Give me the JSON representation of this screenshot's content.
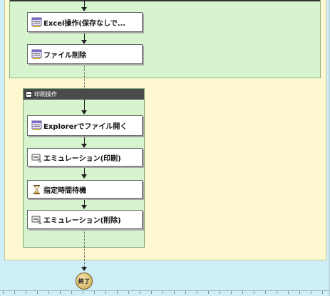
{
  "flow": {
    "nodes": [
      {
        "label": "Excel操作(保存なしで...",
        "icon": "excel-action-icon"
      },
      {
        "label": "ファイル削除",
        "icon": "file-delete-icon"
      }
    ],
    "group": {
      "title": "印刷操作",
      "nodes": [
        {
          "label": "Explorerでファイル開く",
          "icon": "explorer-open-icon"
        },
        {
          "label": "エミュレーション(印刷)",
          "icon": "emulation-print-icon"
        },
        {
          "label": "指定時間待機",
          "icon": "hourglass-icon"
        },
        {
          "label": "エミュレーション(削除)",
          "icon": "emulation-delete-icon"
        }
      ]
    },
    "end_label": "終了"
  },
  "colors": {
    "canvas": "#cfeff8",
    "outer_loop": "#fdf8cf",
    "group": "#d6f5cf",
    "group_header": "#4a4a4a"
  }
}
